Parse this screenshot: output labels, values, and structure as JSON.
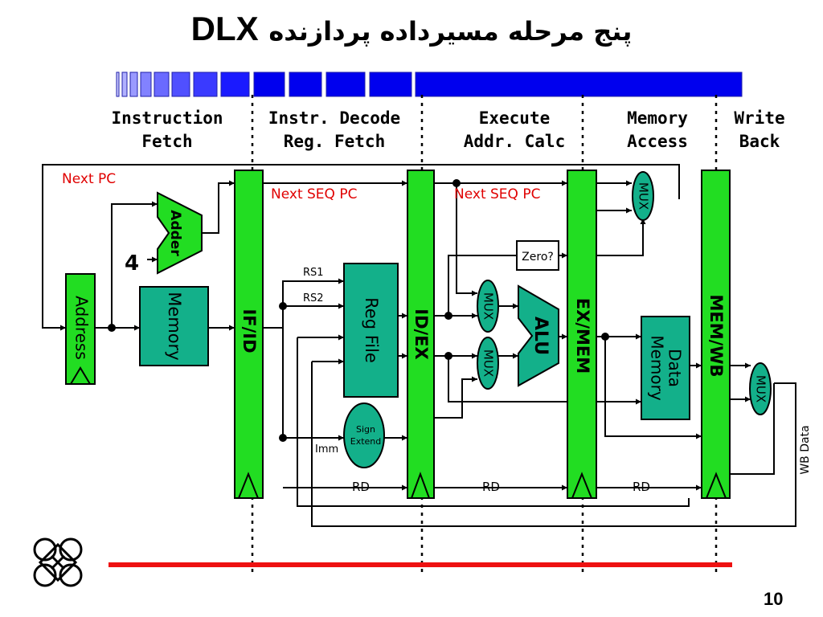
{
  "title": {
    "latin": "DLX",
    "persian": "پنج مرحله مسیرداده پردازنده"
  },
  "stages": [
    {
      "line1": "Instruction",
      "line2": "Fetch"
    },
    {
      "line1": "Instr. Decode",
      "line2": "Reg. Fetch"
    },
    {
      "line1": "Execute",
      "line2": "Addr. Calc"
    },
    {
      "line1": "Memory",
      "line2": "Access"
    },
    {
      "line1": "Write",
      "line2": "Back"
    }
  ],
  "diagram": {
    "next_pc": "Next PC",
    "next_seq_pc_1": "Next SEQ PC",
    "next_seq_pc_2": "Next SEQ PC",
    "constant_four": "4",
    "adder": "Adder",
    "address": "Address",
    "memory": "Memory",
    "if_id": "IF/ID",
    "rs1": "RS1",
    "rs2": "RS2",
    "reg_file": "Reg File",
    "sign_extend_1": "Sign",
    "sign_extend_2": "Extend",
    "imm": "Imm",
    "id_ex": "ID/EX",
    "mux_a": "MUX",
    "mux_b": "MUX",
    "zero": "Zero?",
    "alu": "ALU",
    "ex_mem": "EX/MEM",
    "data_memory_1": "Data",
    "data_memory_2": "Memory",
    "mem_wb": "MEM/WB",
    "mux_pc": "MUX",
    "mux_wb": "MUX",
    "wb_data": "WB Data",
    "rd_1": "RD",
    "rd_2": "RD",
    "rd_3": "RD"
  },
  "colors": {
    "pipeline_register": "#22dd22",
    "unit_fill": "#13b08a",
    "title_bar_blue": "#0000ee",
    "bottom_rule": "#ee1111",
    "label_red": "#e00000"
  },
  "page_number": "10"
}
